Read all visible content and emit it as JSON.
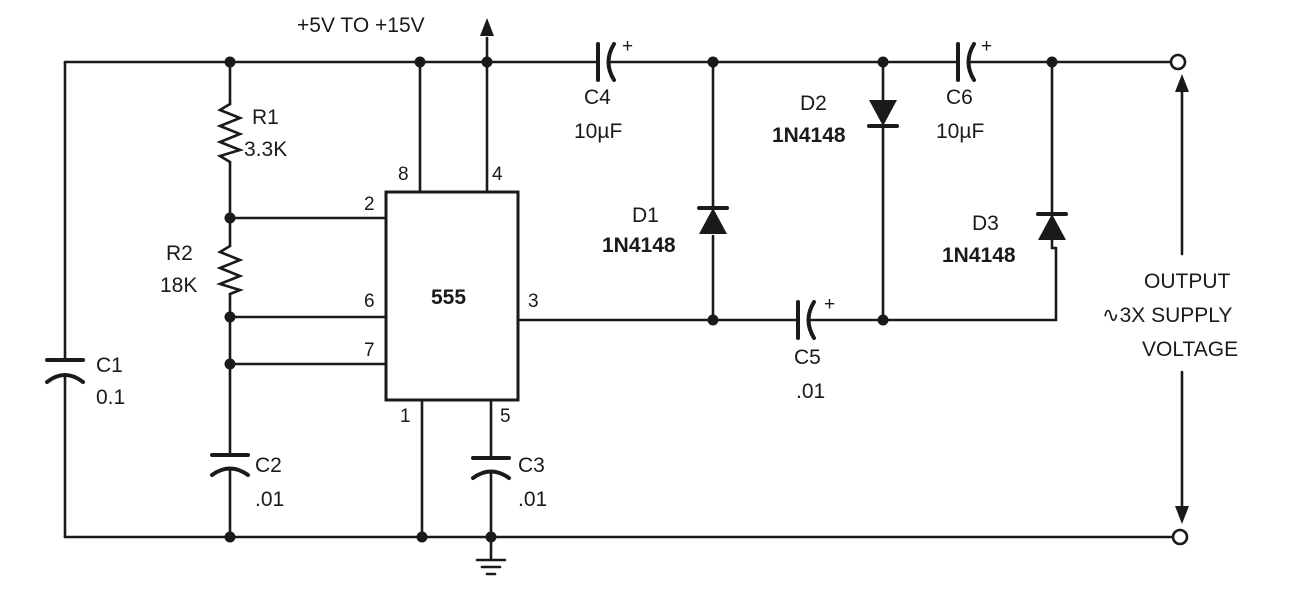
{
  "supply_label": "+5V TO +15V",
  "ic": {
    "name": "555",
    "pins": {
      "p1": "1",
      "p2": "2",
      "p3": "3",
      "p4": "4",
      "p5": "5",
      "p6": "6",
      "p7": "7",
      "p8": "8"
    }
  },
  "components": {
    "r1": {
      "ref": "R1",
      "value": "3.3K"
    },
    "r2": {
      "ref": "R2",
      "value": "18K"
    },
    "c1": {
      "ref": "C1",
      "value": "0.1"
    },
    "c2": {
      "ref": "C2",
      "value": ".01"
    },
    "c3": {
      "ref": "C3",
      "value": ".01"
    },
    "c4": {
      "ref": "C4",
      "value": "10µF"
    },
    "c5": {
      "ref": "C5",
      "value": ".01"
    },
    "c6": {
      "ref": "C6",
      "value": "10µF"
    },
    "d1": {
      "ref": "D1",
      "value": "1N4148"
    },
    "d2": {
      "ref": "D2",
      "value": "1N4148"
    },
    "d3": {
      "ref": "D3",
      "value": "1N4148"
    }
  },
  "polarity_mark": "+",
  "output": {
    "line1": "OUTPUT",
    "line2": "∿3X SUPPLY",
    "line3": "VOLTAGE"
  }
}
